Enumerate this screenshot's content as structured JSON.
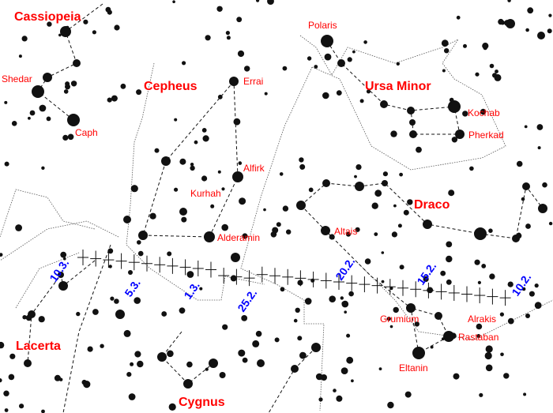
{
  "colors": {
    "labels": "#ff0000",
    "dates": "#0000ff",
    "stars": "#111111"
  },
  "constellations": {
    "cassiopeia": "Cassiopeia",
    "cepheus": "Cepheus",
    "ursa_minor": "Ursa Minor",
    "draco": "Draco",
    "lacerta": "Lacerta",
    "cygnus": "Cygnus"
  },
  "stars": {
    "polaris": "Polaris",
    "shedar": "Shedar",
    "caph": "Caph",
    "errai": "Errai",
    "kochab": "Kochab",
    "pherkad": "Pherkad",
    "alfirk": "Alfirk",
    "kurhah": "Kurhah",
    "alderamin": "Alderamin",
    "altais": "Altais",
    "grumium": "Grumium",
    "alrakis": "Alrakis",
    "rastaban": "Rastaban",
    "eltanin": "Eltanin"
  },
  "path_dates": [
    "10.3.",
    "5.3.",
    "1.3.",
    "25.2.",
    "20.2.",
    "15.2.",
    "10.2."
  ]
}
